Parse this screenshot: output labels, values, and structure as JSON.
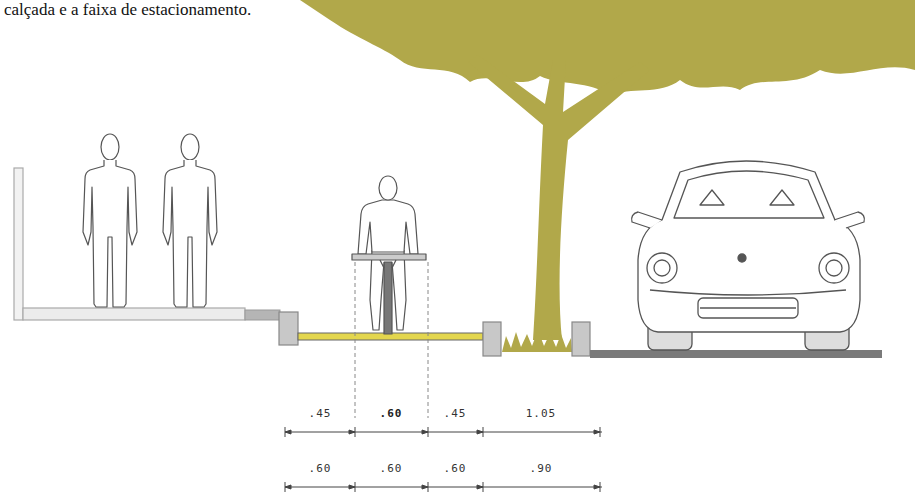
{
  "diagram": {
    "labels": [
      "calçada e a faixa de estacionamento.",
      ".45",
      ".60",
      ".45",
      "1.05",
      ".60",
      ".60",
      ".60",
      ".90"
    ]
  }
}
